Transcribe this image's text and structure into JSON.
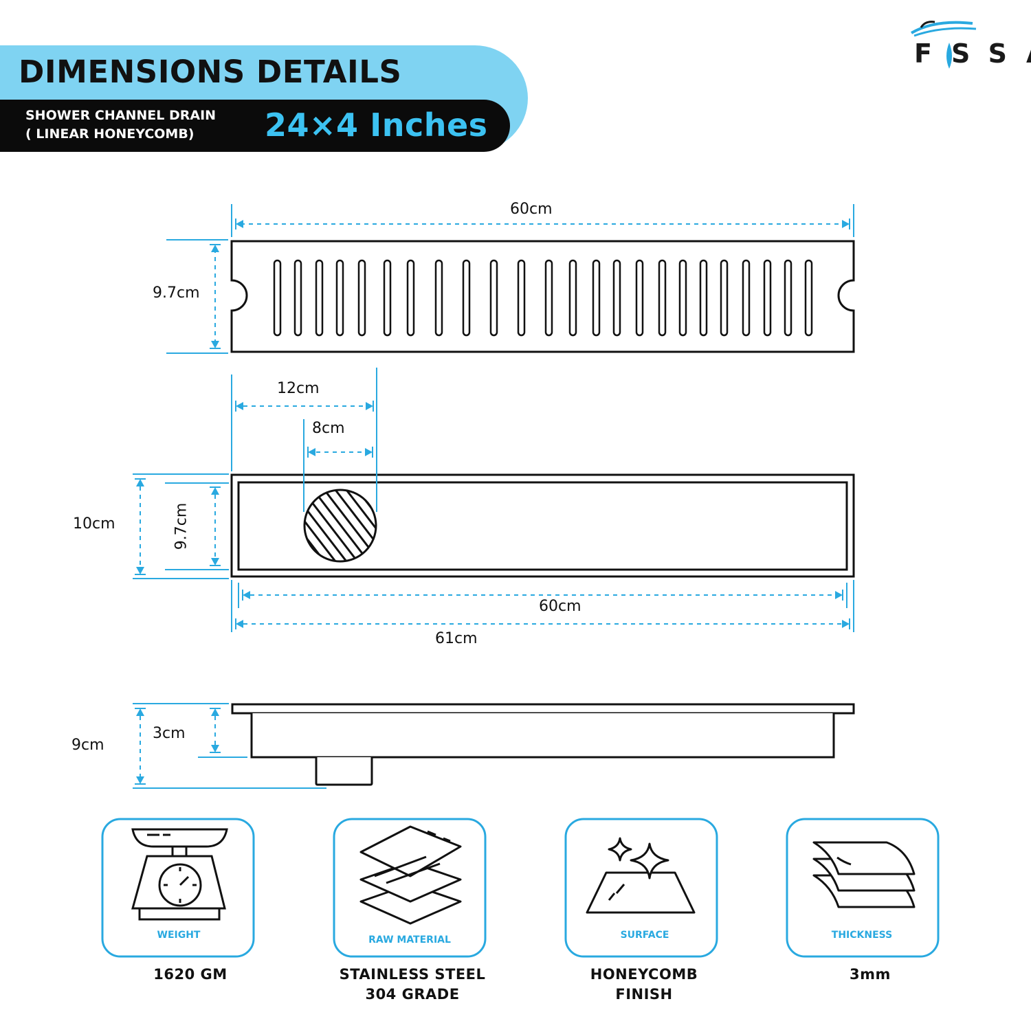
{
  "header": {
    "title": "DIMENSIONS DETAILS",
    "subtitle_line1": "SHOWER CHANNEL DRAIN",
    "subtitle_line2": "( LINEAR HONEYCOMB)",
    "size": "24×4 Inches"
  },
  "brand": {
    "logo_text": "FSSA"
  },
  "dimensions": {
    "top_length": "60cm",
    "top_height": "9.7cm",
    "outlet_offset": "12cm",
    "outlet_diameter": "8cm",
    "frame_height": "10cm",
    "inner_height": "9.7cm",
    "inner_length": "60cm",
    "outer_length": "61cm",
    "total_depth": "9cm",
    "channel_depth": "3cm"
  },
  "specs": [
    {
      "label": "WEIGHT",
      "value_line1": "1620 GM",
      "value_line2": ""
    },
    {
      "label": "RAW MATERIAL",
      "value_line1": "STAINLESS STEEL",
      "value_line2": "304 GRADE"
    },
    {
      "label": "SURFACE",
      "value_line1": "HONEYCOMB",
      "value_line2": "FINISH"
    },
    {
      "label": "THICKNESS",
      "value_line1": "3mm",
      "value_line2": ""
    }
  ],
  "colors": {
    "accent": "#29a9e0",
    "band": "#7fd3f2",
    "dark": "#0b0b0b",
    "size_text": "#3cc2f2"
  }
}
